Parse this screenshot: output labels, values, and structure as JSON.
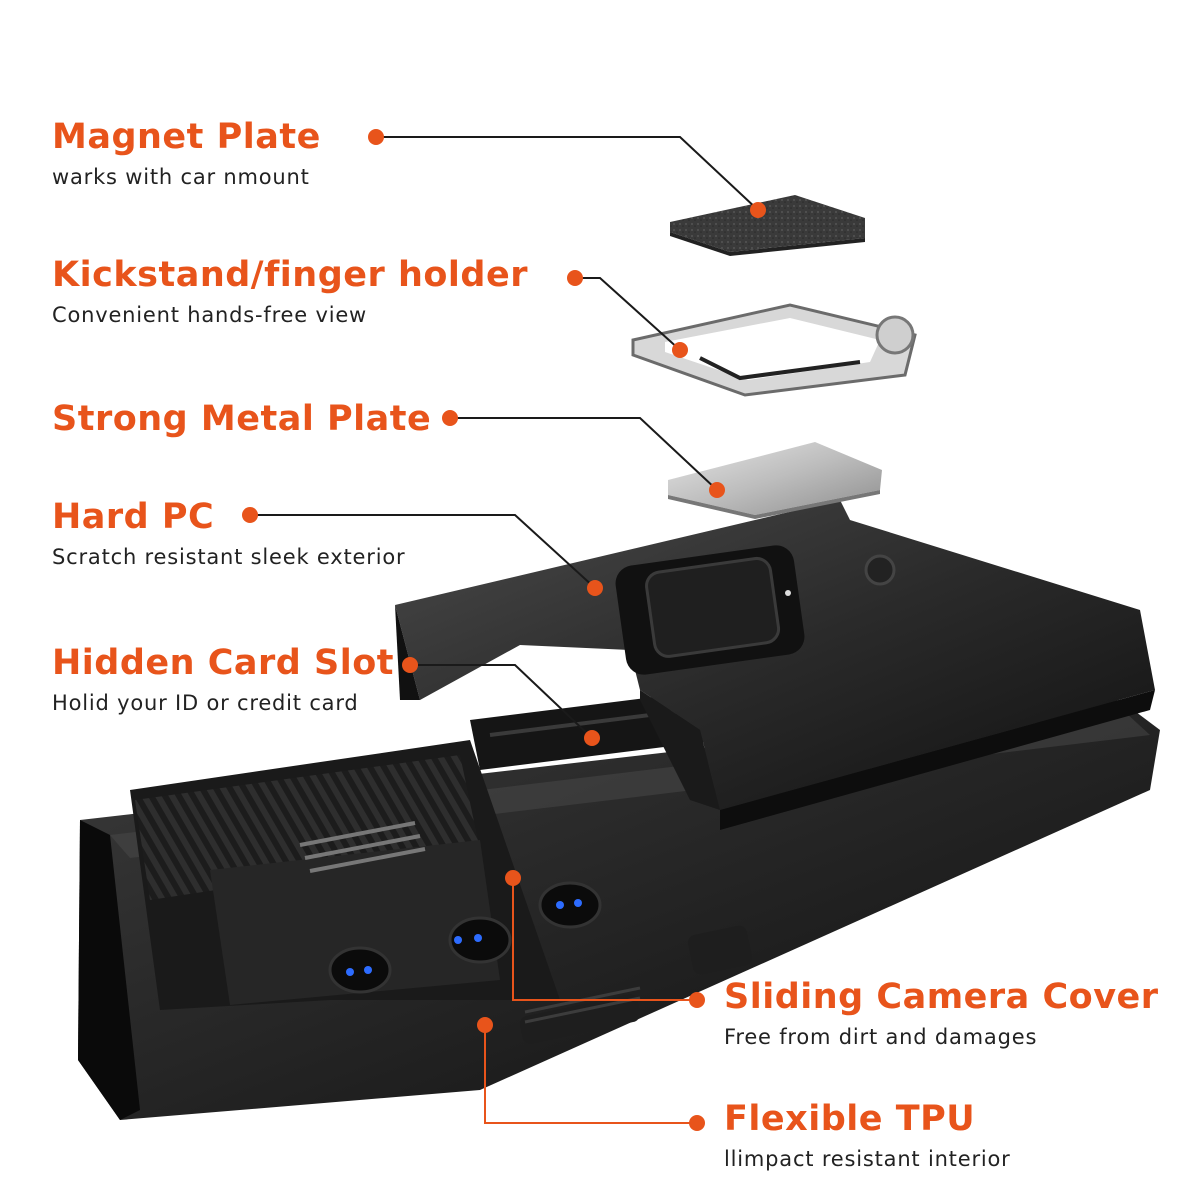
{
  "accent_color": "#e8541b",
  "leader_color_dark": "#1a1a1a",
  "leader_color_accent": "#e8541b",
  "callouts": [
    {
      "title": "Magnet Plate",
      "description": "warks with car nmount",
      "icon": "magnet-plate-icon"
    },
    {
      "title": "Kickstand/finger holder",
      "description": "Convenient hands-free view",
      "icon": "kickstand-ring-icon"
    },
    {
      "title": "Strong Metal Plate",
      "description": "",
      "icon": "metal-plate-icon"
    },
    {
      "title": "Hard PC",
      "description": "Scratch resistant sleek exterior",
      "icon": "hard-pc-shell-icon"
    },
    {
      "title": "Hidden Card Slot",
      "description": "Holid your ID or credit card",
      "icon": "card-slot-icon"
    },
    {
      "title": "Sliding Camera Cover",
      "description": "Free from dirt and damages",
      "icon": "camera-slider-icon"
    },
    {
      "title": "Flexible TPU",
      "description": "llimpact resistant interior",
      "icon": "tpu-bumper-icon"
    }
  ]
}
